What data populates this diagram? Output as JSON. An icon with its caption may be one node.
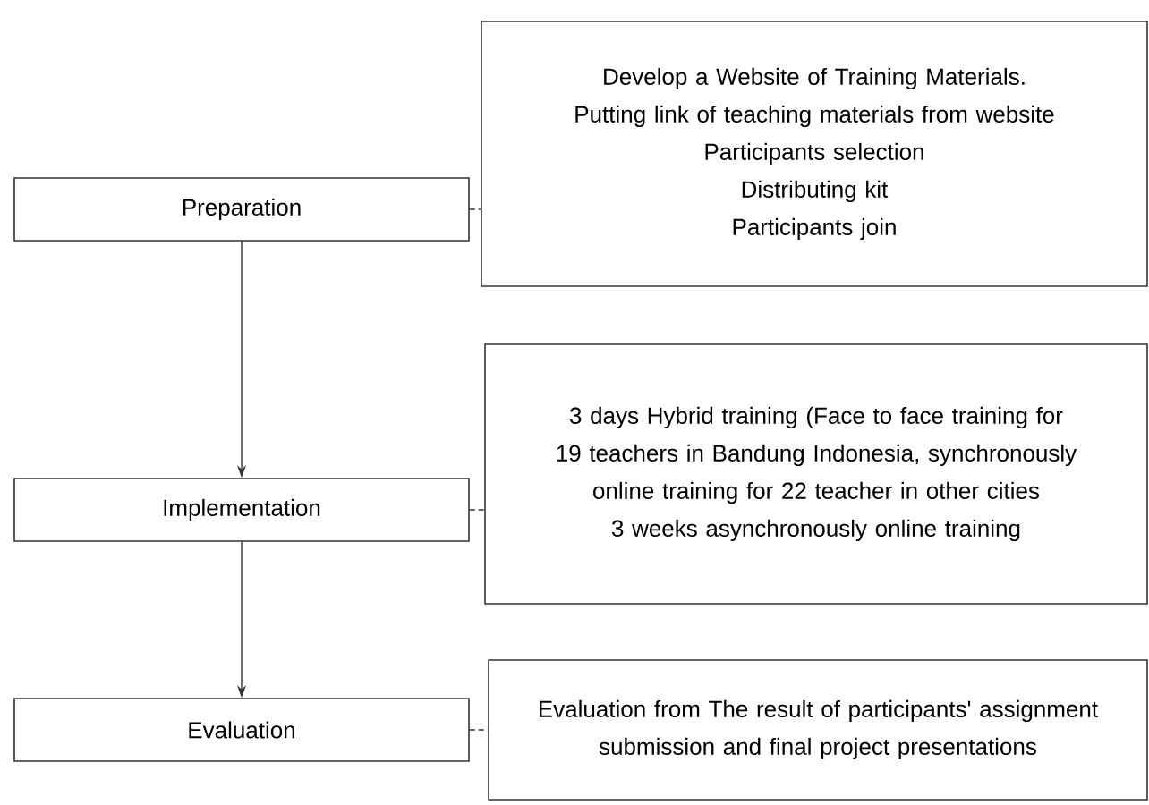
{
  "diagram": {
    "nodes": [
      {
        "text": [
          "Preparation"
        ]
      },
      {
        "text": [
          "Implementation"
        ]
      },
      {
        "text": [
          "Evaluation"
        ]
      },
      {
        "text": [
          "Develop a Website of Training Materials.",
          "Putting link of teaching materials from website",
          "Participants selection",
          "Distributing kit",
          "Participants join"
        ]
      },
      {
        "text": [
          "3 days Hybrid training (Face to face training for 19 teachers in Bandung Indonesia, synchronously online training for 22 teacher in other cities",
          "3 weeks asynchronously online training"
        ]
      },
      {
        "text": [
          "Evaluation from The result of participants' assignment submission and final project presentations"
        ]
      }
    ],
    "edges": [
      {
        "from": 0,
        "to": 1,
        "arrow": "to"
      },
      {
        "from": 1,
        "to": 2,
        "arrow": "to"
      },
      {
        "from": 0,
        "to": 3,
        "arrow": "none",
        "style": "dashed"
      },
      {
        "from": 1,
        "to": 4,
        "arrow": "none",
        "style": "dashed"
      },
      {
        "from": 2,
        "to": 5,
        "arrow": "none",
        "style": "dashed"
      }
    ]
  }
}
